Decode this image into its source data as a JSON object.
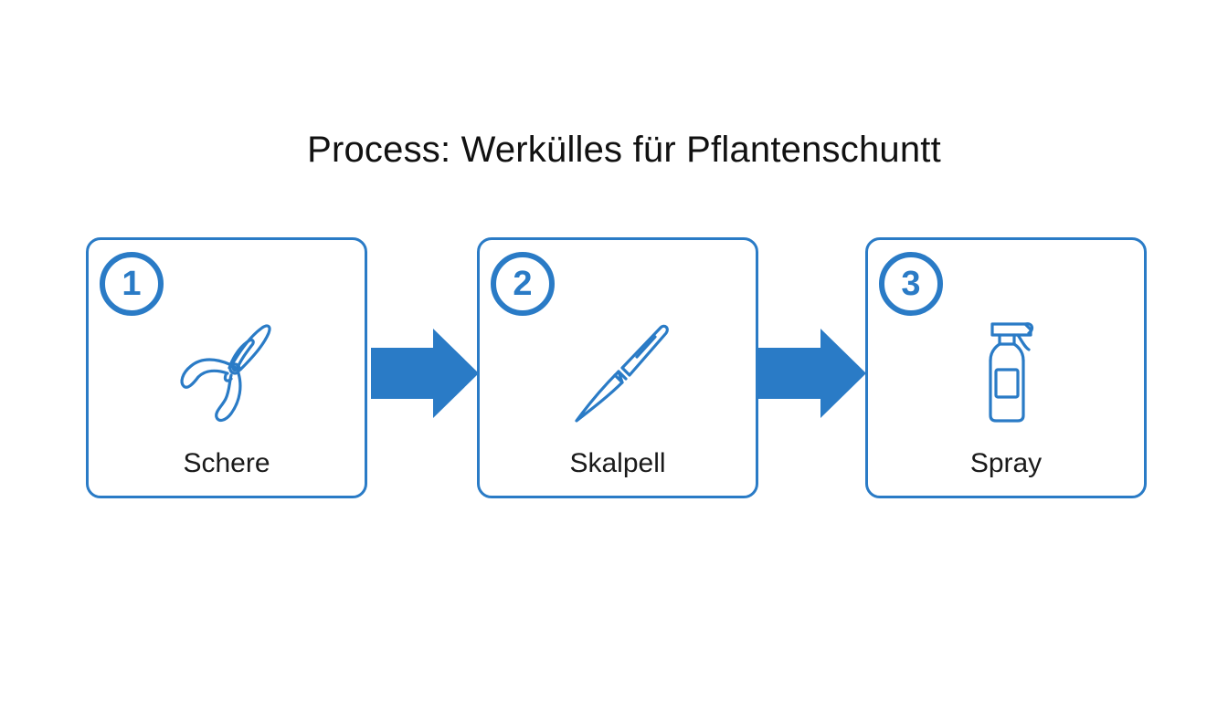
{
  "title": "Process: Werkülles für Pflantenschuntt",
  "colors": {
    "accent": "#2a7bc6",
    "text": "#1a1a1a"
  },
  "steps": [
    {
      "number": "1",
      "label": "Schere",
      "icon": "pruning-shears-icon"
    },
    {
      "number": "2",
      "label": "Skalpell",
      "icon": "scalpel-icon"
    },
    {
      "number": "3",
      "label": "Spray",
      "icon": "spray-bottle-icon"
    }
  ]
}
